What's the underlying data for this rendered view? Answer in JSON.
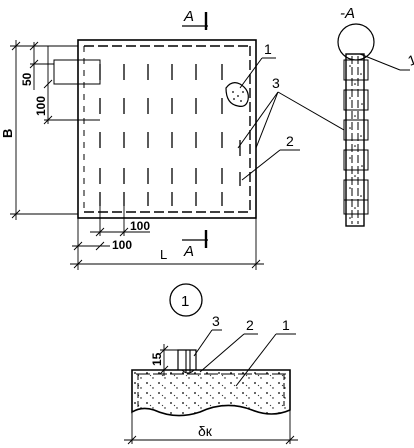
{
  "section_marker_top": "A",
  "section_marker_bottom": "A",
  "section_view_title": "-A",
  "callouts": {
    "plan_1": "1",
    "plan_2": "2",
    "plan_3": "3",
    "section_1": "1",
    "detail_1": "1",
    "detail_2": "2",
    "detail_3": "3"
  },
  "dimensions": {
    "B": "B",
    "L": "L",
    "d50": "50",
    "d100_left": "100",
    "d100_bottom_a": "100",
    "d100_bottom_b": "100",
    "d15": "15",
    "delta_k": "δк"
  },
  "detail_circle_label": "1"
}
